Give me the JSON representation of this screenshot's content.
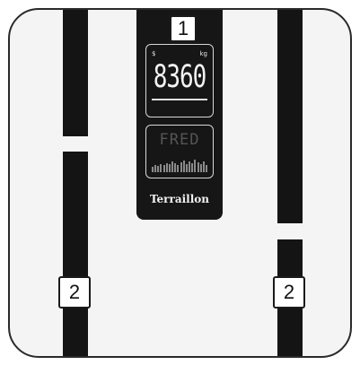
{
  "display": {
    "unit_left": "$",
    "unit_right": "kg",
    "weight": "8360",
    "user_name": "FRED",
    "brand": "Terraillon"
  },
  "callouts": {
    "display_label": "1",
    "left_electrode_label": "2",
    "right_electrode_label": "2"
  },
  "colors": {
    "body": "#f4f4f4",
    "electrodes": "#141414",
    "outline": "#2a2a2a"
  }
}
